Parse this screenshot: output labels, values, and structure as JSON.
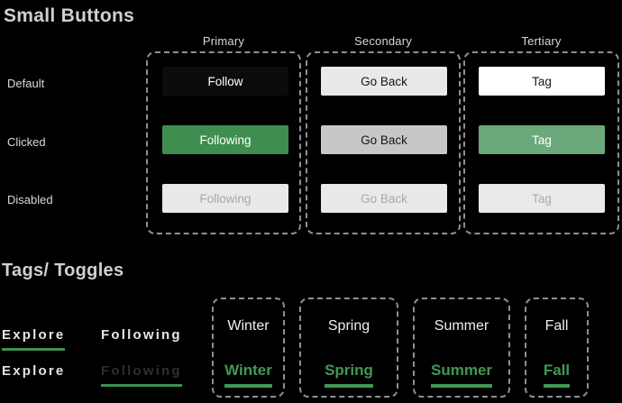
{
  "small_buttons": {
    "title": "Small Buttons",
    "row_labels": [
      "Default",
      "Clicked",
      "Disabled"
    ],
    "columns": [
      {
        "header": "Primary",
        "buttons": [
          {
            "state": "default",
            "label": "Follow",
            "bg": "#0c0c0c",
            "fg": "#ffffff"
          },
          {
            "state": "clicked",
            "label": "Following",
            "bg": "#3f8e4f",
            "fg": "#ffffff"
          },
          {
            "state": "disabled",
            "label": "Following",
            "bg": "#e9e9e9",
            "fg": "#a8a8a8"
          }
        ]
      },
      {
        "header": "Secondary",
        "buttons": [
          {
            "state": "default",
            "label": "Go Back",
            "bg": "#e9e9e9",
            "fg": "#161616"
          },
          {
            "state": "clicked",
            "label": "Go Back",
            "bg": "#c7c7c7",
            "fg": "#161616"
          },
          {
            "state": "disabled",
            "label": "Go Back",
            "bg": "#e9e9e9",
            "fg": "#a8a8a8"
          }
        ]
      },
      {
        "header": "Tertiary",
        "buttons": [
          {
            "state": "default",
            "label": "Tag",
            "bg": "#ffffff",
            "fg": "#161616"
          },
          {
            "state": "clicked",
            "label": "Tag",
            "bg": "#6ba97a",
            "fg": "#ffffff"
          },
          {
            "state": "disabled",
            "label": "Tag",
            "bg": "#eaeaea",
            "fg": "#a8a8a8"
          }
        ]
      }
    ]
  },
  "tags_toggles": {
    "title": "Tags/ Toggles",
    "toggles": [
      {
        "label": "Explore",
        "state": "selected",
        "fg": "#e8e8e8"
      },
      {
        "label": "Following",
        "state": "default",
        "fg": "#e8e8e8"
      },
      {
        "label": "Explore",
        "state": "default",
        "fg": "#e3e3e3"
      },
      {
        "label": "Following",
        "state": "pressed",
        "fg": "#2e2e2e"
      }
    ],
    "seasons": [
      "Winter",
      "Spring",
      "Summer",
      "Fall"
    ]
  },
  "colors": {
    "background": "#000000",
    "brand_green": "#3f8e4f",
    "light_green": "#6ba97a",
    "underline_green": "#3f9150",
    "season_green": "#429754",
    "dashed_border": "#8f8f8f",
    "heading_gray": "#ced1ce",
    "disabled_text": "#a8a8a8"
  }
}
